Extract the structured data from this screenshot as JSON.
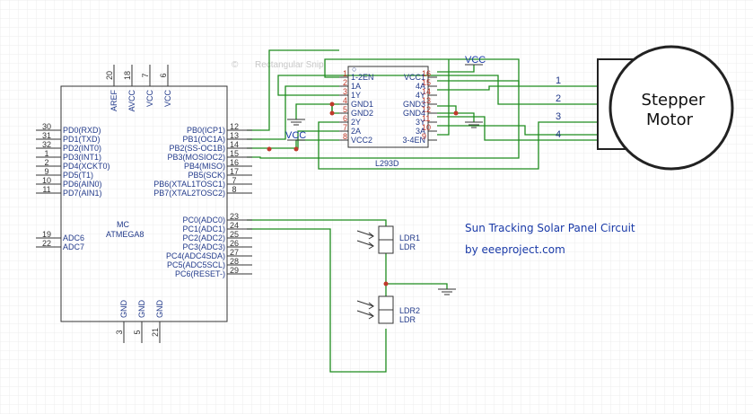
{
  "title_lines": {
    "line1": "Sun Tracking Solar Panel Circuit",
    "line2": "by eeeproject.com"
  },
  "ghost_label": "Rectangular Snip",
  "mcu": {
    "designator": "MC",
    "part": "ATMEGA8",
    "top_pins": [
      {
        "num": "20",
        "label": "AREF"
      },
      {
        "num": "18",
        "label": "AVCC"
      },
      {
        "num": "7",
        "label": "VCC"
      },
      {
        "num": "6",
        "label": "VCC"
      }
    ],
    "left_pins": [
      {
        "num": "30",
        "label": "PD0(RXD)"
      },
      {
        "num": "31",
        "label": "PD1(TXD)"
      },
      {
        "num": "32",
        "label": "PD2(INT0)"
      },
      {
        "num": "1",
        "label": "PD3(INT1)"
      },
      {
        "num": "2",
        "label": "PD4(XCKT0)"
      },
      {
        "num": "9",
        "label": "PD5(T1)"
      },
      {
        "num": "10",
        "label": "PD6(AIN0)"
      },
      {
        "num": "11",
        "label": "PD7(AIN1)"
      }
    ],
    "left_pins_2": [
      {
        "num": "19",
        "label": "ADC6"
      },
      {
        "num": "22",
        "label": "ADC7"
      }
    ],
    "right_pins": [
      {
        "num": "12",
        "label": "PB0(ICP1)"
      },
      {
        "num": "13",
        "label": "PB1(OC1A)"
      },
      {
        "num": "14",
        "label": "PB2(SS-OC1B)"
      },
      {
        "num": "15",
        "label": "PB3(MOSIOC2)"
      },
      {
        "num": "16",
        "label": "PB4(MISO)"
      },
      {
        "num": "17",
        "label": "PB5(SCK)"
      },
      {
        "num": "7",
        "label": "PB6(XTAL1TOSC1)"
      },
      {
        "num": "8",
        "label": "PB7(XTAL2TOSC2)"
      }
    ],
    "right_pins_2": [
      {
        "num": "23",
        "label": "PC0(ADC0)"
      },
      {
        "num": "24",
        "label": "PC1(ADC1)"
      },
      {
        "num": "25",
        "label": "PC2(ADC2)"
      },
      {
        "num": "26",
        "label": "PC3(ADC3)"
      },
      {
        "num": "27",
        "label": "PC4(ADC4SDA)"
      },
      {
        "num": "28",
        "label": "PC5(ADC5SCL)"
      },
      {
        "num": "29",
        "label": "PC6(RESET-)"
      }
    ],
    "bottom_pins": [
      {
        "num": "3",
        "label": "GND"
      },
      {
        "num": "5",
        "label": "GND"
      },
      {
        "num": "21",
        "label": "GND"
      }
    ]
  },
  "driver": {
    "part": "L293D",
    "left_pins": [
      {
        "num": "1",
        "label": "1-2EN"
      },
      {
        "num": "2",
        "label": "1A"
      },
      {
        "num": "3",
        "label": "1Y"
      },
      {
        "num": "4",
        "label": "GND1"
      },
      {
        "num": "5",
        "label": "GND2"
      },
      {
        "num": "6",
        "label": "2Y"
      },
      {
        "num": "7",
        "label": "2A"
      },
      {
        "num": "8",
        "label": "VCC2"
      }
    ],
    "right_pins": [
      {
        "num": "16",
        "label": "VCC1"
      },
      {
        "num": "15",
        "label": "4A"
      },
      {
        "num": "14",
        "label": "4Y"
      },
      {
        "num": "13",
        "label": "GND3"
      },
      {
        "num": "12",
        "label": "GND4"
      },
      {
        "num": "11",
        "label": "3Y"
      },
      {
        "num": "10",
        "label": "3A"
      },
      {
        "num": "9",
        "label": "3-4EN"
      }
    ]
  },
  "vcc_labels": {
    "top": "VCC",
    "left": "VCC"
  },
  "motor": {
    "line1": "Stepper",
    "line2": "Motor",
    "wires": [
      {
        "num": "1",
        "color": "#e0d000"
      },
      {
        "num": "2",
        "color": "#c0392b"
      },
      {
        "num": "3",
        "color": "#1a3aa8"
      },
      {
        "num": "4",
        "color": "#2ecc40"
      }
    ]
  },
  "ldrs": [
    {
      "name": "LDR1",
      "value": "LDR"
    },
    {
      "name": "LDR2",
      "value": "LDR"
    }
  ],
  "colors": {
    "wire": "#1e8c1e",
    "grid": "#ececec",
    "text_blue": "#1a3aa8",
    "pin_red": "#c0392b"
  }
}
